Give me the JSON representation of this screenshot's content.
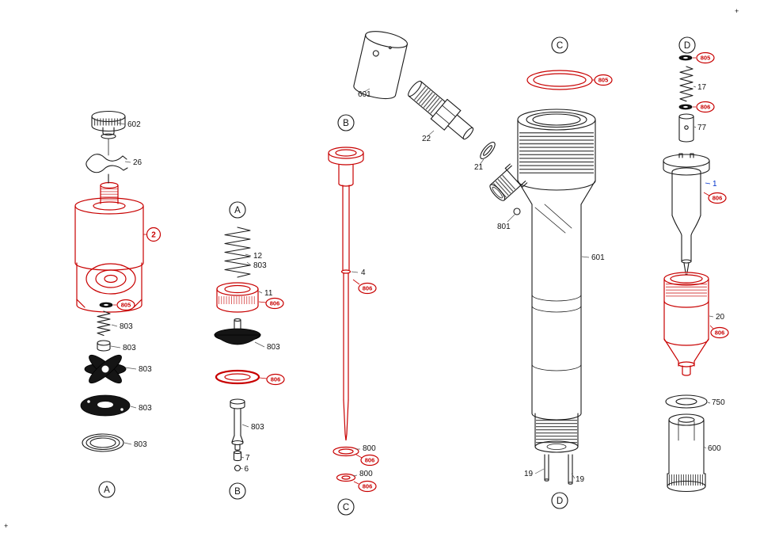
{
  "figure_type": "exploded-parts-diagram",
  "colors": {
    "line": "#1a1a1a",
    "accent_red": "#c80000",
    "accent_blue": "#0033cc",
    "background": "#ffffff"
  },
  "callouts": {
    "a": "A",
    "b": "B",
    "c": "C",
    "d": "D"
  },
  "badges": {
    "805": "805",
    "806": "806"
  },
  "labels": {
    "602": "602",
    "26": "26",
    "2": "2",
    "803": "803",
    "12": "12",
    "11": "11",
    "7": "7",
    "6": "6",
    "4": "4",
    "800": "800",
    "601": "601",
    "22": "22",
    "21": "21",
    "801": "801",
    "19": "19",
    "17": "17",
    "77": "77",
    "1": "1",
    "20": "20",
    "750": "750",
    "600": "600"
  },
  "corner_mark": "+"
}
